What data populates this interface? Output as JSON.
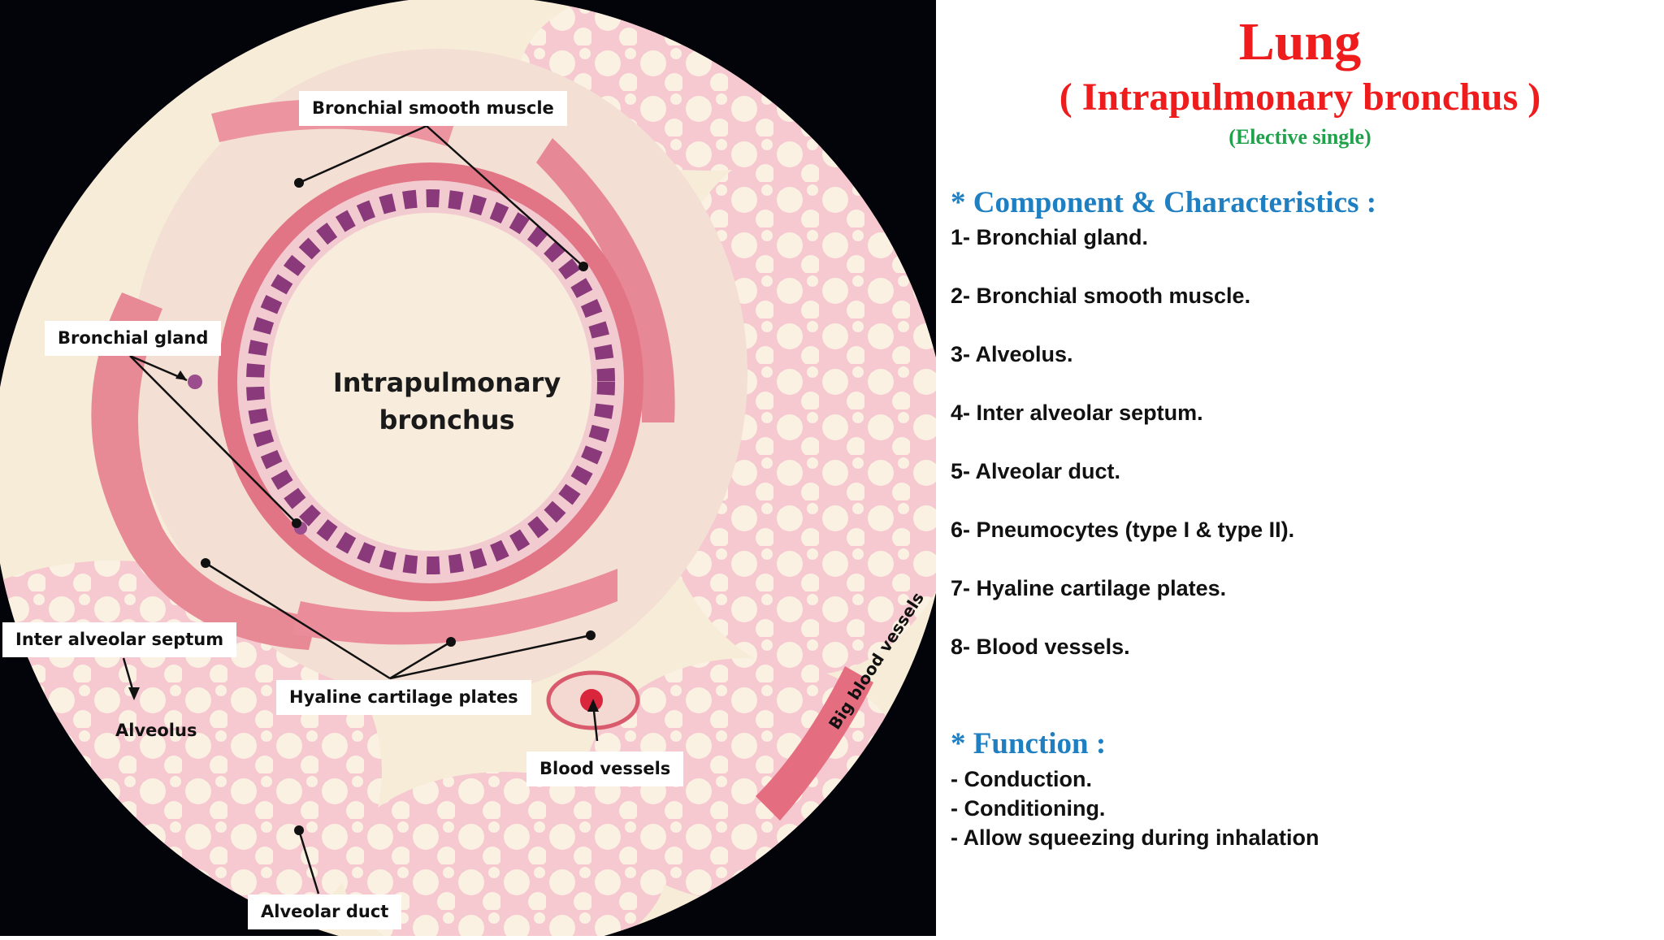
{
  "micrograph": {
    "center_label_line1": "Intrapulmonary",
    "center_label_line2": "bronchus",
    "callouts": {
      "bronchial_smooth_muscle": "Bronchial smooth muscle",
      "bronchial_gland": "Bronchial gland",
      "inter_alveolar_septum": "Inter alveolar septum",
      "alveolus": "Alveolus",
      "hyaline_cartilage_plates": "Hyaline cartilage plates",
      "blood_vessels": "Blood vessels",
      "alveolar_duct": "Alveolar duct",
      "big_blood_vessels": "Big blood vessels"
    }
  },
  "panel": {
    "title": "Lung",
    "subtitle": "( Intrapulmonary bronchus )",
    "tag": "(Elective single)",
    "components_heading": "* Component & Characteristics :",
    "components": [
      "1- Bronchial gland.",
      "2- Bronchial smooth muscle.",
      "3- Alveolus.",
      "4- Inter alveolar septum.",
      "5- Alveolar duct.",
      "6- Pneumocytes (type I & type II).",
      "7- Hyaline cartilage plates.",
      "8- Blood vessels."
    ],
    "function_heading": "* Function :",
    "functions": [
      "- Conduction.",
      "- Conditioning.",
      "- Allow squeezing during inhalation"
    ]
  },
  "colors": {
    "title_red": "#ee1c1c",
    "tag_green": "#1fa34a",
    "heading_blue": "#1f7fc1",
    "tissue_pink": "#e8798c",
    "background_cream": "#f7ecd8",
    "frame_black": "#03030a"
  }
}
